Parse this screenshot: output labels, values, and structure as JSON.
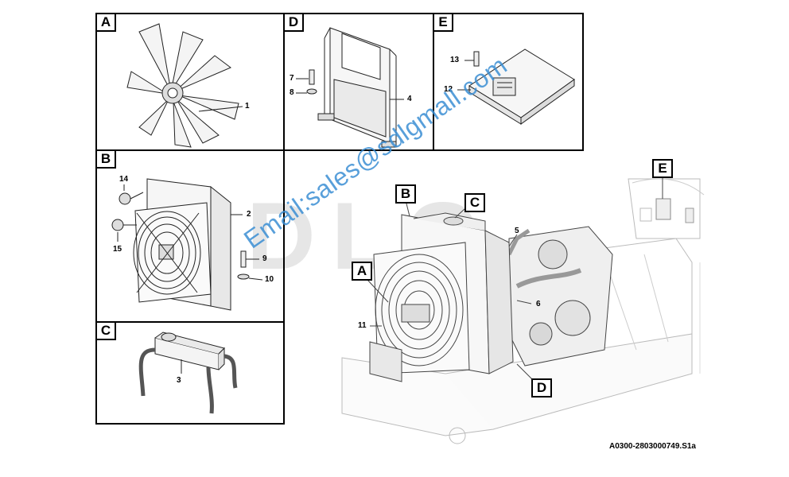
{
  "panels": {
    "A": {
      "tag": "A",
      "parts": [
        {
          "label": "1"
        }
      ]
    },
    "B": {
      "tag": "B",
      "parts": [
        {
          "label": "14"
        },
        {
          "label": "2"
        },
        {
          "label": "15"
        },
        {
          "label": "9"
        },
        {
          "label": "10"
        }
      ]
    },
    "C": {
      "tag": "C",
      "parts": [
        {
          "label": "3"
        }
      ]
    },
    "D": {
      "tag": "D",
      "parts": [
        {
          "label": "7"
        },
        {
          "label": "8"
        },
        {
          "label": "4"
        }
      ]
    },
    "E": {
      "tag": "E",
      "parts": [
        {
          "label": "13"
        },
        {
          "label": "12"
        }
      ]
    }
  },
  "overview": {
    "callouts": [
      "B",
      "C",
      "A",
      "D",
      "E"
    ],
    "parts": [
      {
        "label": "5"
      },
      {
        "label": "6"
      },
      {
        "label": "11"
      }
    ]
  },
  "watermark": {
    "email": "Email:sales@sdlgmall.com",
    "logo": "SDLG",
    "email_color": "#3b8fd4"
  },
  "drawing_id": "A0300-2803000749.S1a"
}
